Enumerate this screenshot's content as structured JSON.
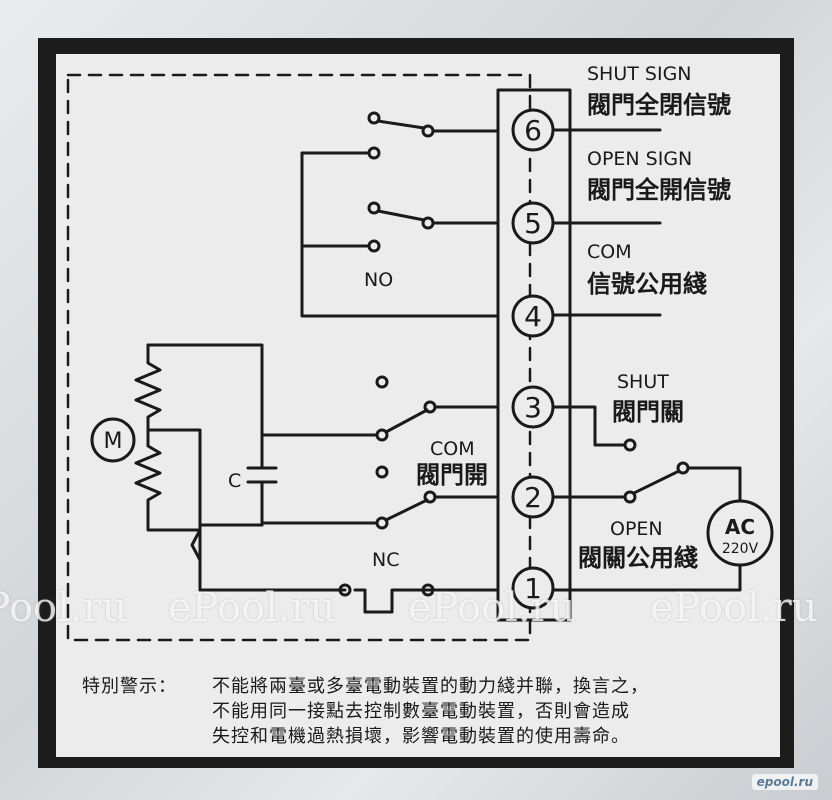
{
  "terminals": [
    {
      "number": "6",
      "en": "SHUT SIGN",
      "zh": "閥門全閉信號"
    },
    {
      "number": "5",
      "en": "OPEN SIGN",
      "zh": "閥門全開信號"
    },
    {
      "number": "4",
      "en": "COM",
      "zh": "信號公用綫"
    },
    {
      "number": "3",
      "en": "SHUT",
      "zh": "閥門關"
    },
    {
      "number": "2",
      "en": "OPEN",
      "zh": "閥關公用綫"
    },
    {
      "number": "1",
      "en": "",
      "zh": ""
    }
  ],
  "switch_labels": {
    "no": "NO",
    "nc": "NC",
    "com_en": "COM",
    "com_zh": "閥門開"
  },
  "motor_label": "M",
  "capacitor_label": "C",
  "power_source": {
    "type": "AC",
    "voltage": "220V"
  },
  "warning": {
    "heading": "特別警示：",
    "line1": "不能將兩臺或多臺電動裝置的動力綫并聯，換言之，",
    "line2": "不能用同一接點去控制數臺電動裝置，否則會造成",
    "line3": "失控和電機過熱損壞，影響電動裝置的使用壽命。"
  },
  "watermarks": [
    "ePool.ru",
    "ePool.ru",
    "ePool.ru",
    "ePool.ru"
  ],
  "site_badge": "epool.ru",
  "colors": {
    "ink": "#1a1a1a",
    "label_background": "#ececec",
    "frame": "#1c1c1c"
  }
}
